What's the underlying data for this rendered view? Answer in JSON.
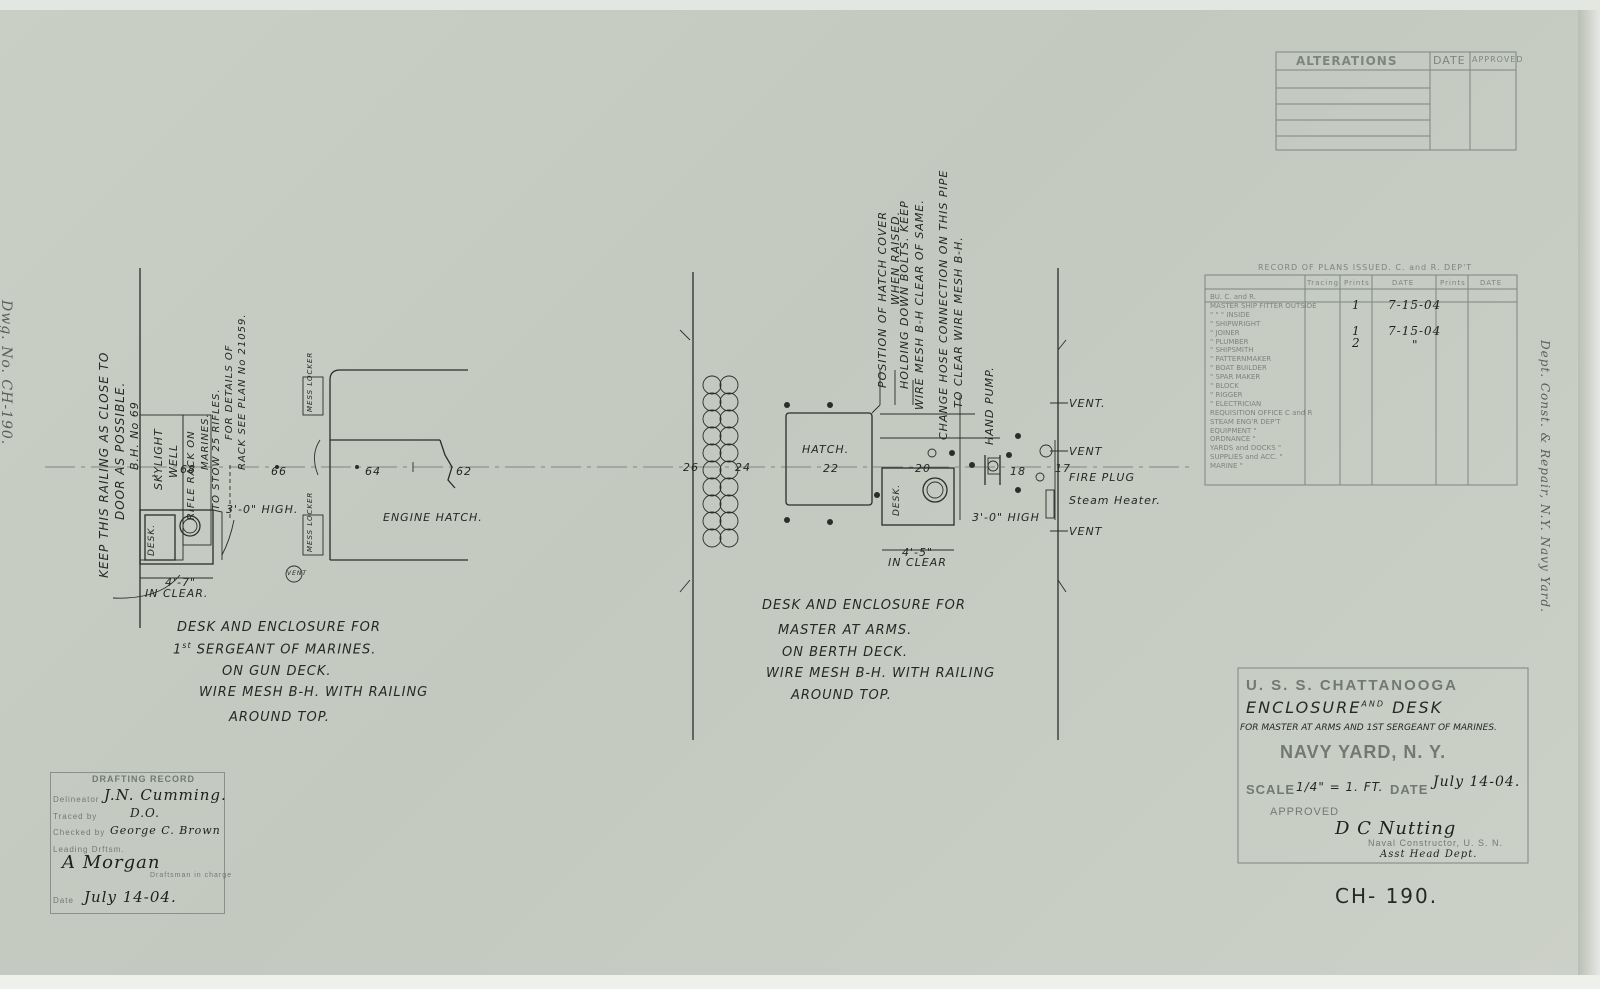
{
  "alterations": {
    "title": "ALTERATIONS",
    "date": "DATE",
    "approved": "APPROVED"
  },
  "record_of_plans": {
    "title": "RECORD OF PLANS ISSUED. C. and R. DEP'T",
    "col_tracing": "Tracing",
    "col_prints": "Prints",
    "col_date": "DATE",
    "col_prints2": "Prints",
    "col_date2": "DATE",
    "rows": [
      "BU. C. and R.",
      "MASTER SHIP FITTER OUTSIDE",
      "\" \" \" INSIDE",
      "\" SHIPWRIGHT",
      "\" JOINER",
      "\" PLUMBER",
      "\" SHIPSMITH",
      "\" PATTERNMAKER",
      "\" BOAT BUILDER",
      "\" SPAR MAKER",
      "\" BLOCK",
      "\" RIGGER",
      "\" ELECTRICIAN",
      "REQUISITION OFFICE C and R",
      "STEAM ENG'R DEP'T",
      "EQUIPMENT \"",
      "ORDNANCE \"",
      "YARDS and DOCKS \"",
      "SUPPLIES and ACC. \"",
      "MARINE \""
    ],
    "entry1_prints": "1",
    "entry1_date": "7-15-04",
    "entry2_prints": "1",
    "entry2_prints_b": "2",
    "entry2_date": "7-15-04",
    "entry2_ditto": "\""
  },
  "left_plan": {
    "railing_note_1": "KEEP THIS RAILING AS CLOSE TO",
    "railing_note_2": "DOOR AS POSSIBLE.",
    "bh": "B.H. No 69",
    "skylight": "SKYLIGHT",
    "well": "WELL",
    "rifle_1": "RIFLE RACK ON",
    "rifle_2": "MARINES.",
    "rifle_3": "TO STOW 25 RIFLES.",
    "rifle_4": "FOR DETAILS OF",
    "rifle_5": "RACK SEE PLAN No 21059.",
    "desk": "DESK.",
    "height": "3'-0\" HIGH.",
    "clear_dim": "4'-7\"",
    "in_clear": "IN CLEAR.",
    "frame_68": "68",
    "frame_66": "66",
    "frame_64": "64",
    "frame_62": "62",
    "mess_locker_1": "MESS LOCKER",
    "mess_locker_2": "MESS LOCKER",
    "engine_hatch": "ENGINE HATCH.",
    "vent": "VENT"
  },
  "left_caption": {
    "line1": "DESK AND ENCLOSURE FOR",
    "line2a": "1",
    "line2b": "st",
    "line2c": " SERGEANT OF MARINES.",
    "line3": "ON GUN DECK.",
    "line4": "WIRE MESH B-H. WITH RAILING",
    "line5": "AROUND TOP."
  },
  "center_plan": {
    "frame_26": "26",
    "frame_24": "24",
    "frame_22": "22",
    "frame_20": "20",
    "frame_18": "18",
    "frame_17": "17",
    "hatch": "HATCH.",
    "desk": "DESK.",
    "height": "3'-0\" HIGH",
    "clear_dim": "4'-5\"",
    "in_clear": "IN CLEAR",
    "note1_a": "POSITION OF HATCH COVER",
    "note1_b": "WHEN RAISED.",
    "note2_a": "HOLDING DOWN BOLTS. KEEP",
    "note2_b": "WIRE MESH B-H CLEAR OF SAME.",
    "note3_a": "CHANGE HOSE CONNECTION ON THIS PIPE",
    "note3_b": "TO CLEAR WIRE MESH B-H.",
    "hand_pump": "HAND PUMP.",
    "vent1": "VENT.",
    "vent2": "VENT",
    "fire_plug": "FIRE PLUG",
    "steam_heater": "Steam Heater.",
    "vent3": "VENT"
  },
  "center_caption": {
    "line1": "DESK AND ENCLOSURE FOR",
    "line2": "MASTER AT ARMS.",
    "line3": "ON BERTH DECK.",
    "line4": "WIRE MESH B-H. WITH RAILING",
    "line5": "AROUND TOP."
  },
  "title_block": {
    "ship": "U. S. S. CHATTANOOGA",
    "title_a": "ENCLOSURE",
    "title_and": "AND",
    "title_b": "DESK",
    "subtitle": "FOR MASTER AT ARMS AND 1ST SERGEANT OF MARINES.",
    "yard": "NAVY YARD, N. Y.",
    "scale_label": "SCALE",
    "scale_value": "1/4\" = 1. FT.",
    "date_label": "DATE",
    "date_value": "July 14-04.",
    "approved": "APPROVED",
    "signature": "D C Nutting",
    "constructor": "Naval Constructor, U. S. N.",
    "dept": "Asst Head Dept."
  },
  "drawing_number": "CH- 190.",
  "drafting_record": {
    "title": "DRAFTING RECORD",
    "delineator_label": "Delineator",
    "delineator_value": "J.N. Cumming.",
    "traced_label": "Traced by",
    "traced_value": "D.O.",
    "checked_label": "Checked by",
    "checked_value": "George C. Brown",
    "leading_label": "Leading Drftsm.",
    "chief_value": "A Morgan",
    "chief_label": "Draftsman in charge",
    "date_label": "Date",
    "date_value": "July 14-04."
  },
  "margin_note_left": "Dwg. No. CH-190.",
  "margin_note_right": "Dept. Const. & Repair, N.Y. Navy Yard."
}
